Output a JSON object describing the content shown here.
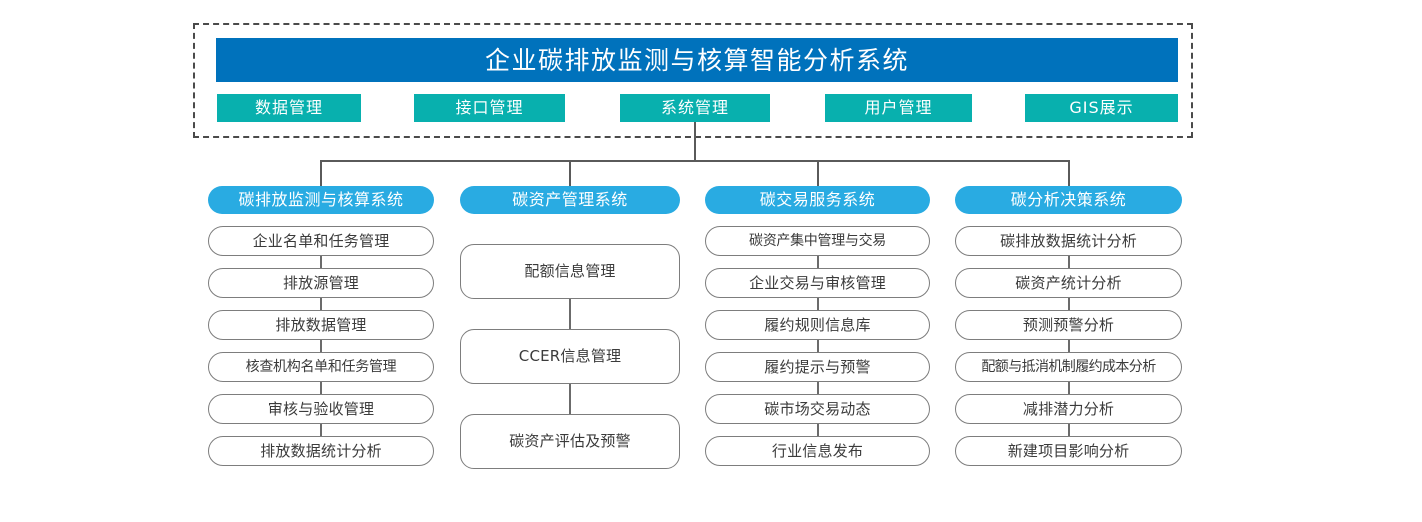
{
  "colors": {
    "header_blue": "#0072bc",
    "nav_teal": "#08b0ae",
    "pill_blue": "#29abe2",
    "connector_gray": "#5a5a5a",
    "item_border": "#7d7d7d",
    "dashed_border": "#4a4a4a"
  },
  "header": {
    "title": "企业碳排放监测与核算智能分析系统"
  },
  "nav": {
    "buttons": [
      {
        "label": "数据管理"
      },
      {
        "label": "接口管理"
      },
      {
        "label": "系统管理"
      },
      {
        "label": "用户管理"
      },
      {
        "label": "GIS展示"
      }
    ]
  },
  "columns": [
    {
      "title": "碳排放监测与核算系统",
      "items": [
        {
          "label": "企业名单和任务管理"
        },
        {
          "label": "排放源管理"
        },
        {
          "label": "排放数据管理"
        },
        {
          "label": "核查机构名单和任务管理"
        },
        {
          "label": "审核与验收管理"
        },
        {
          "label": "排放数据统计分析"
        }
      ]
    },
    {
      "title": "碳资产管理系统",
      "items": [
        {
          "label": "配额信息管理"
        },
        {
          "label": "CCER信息管理"
        },
        {
          "label": "碳资产评估及预警"
        }
      ]
    },
    {
      "title": "碳交易服务系统",
      "items": [
        {
          "label": "碳资产集中管理与交易"
        },
        {
          "label": "企业交易与审核管理"
        },
        {
          "label": "履约规则信息库"
        },
        {
          "label": "履约提示与预警"
        },
        {
          "label": "碳市场交易动态"
        },
        {
          "label": "行业信息发布"
        }
      ]
    },
    {
      "title": "碳分析决策系统",
      "items": [
        {
          "label": "碳排放数据统计分析"
        },
        {
          "label": "碳资产统计分析"
        },
        {
          "label": "预测预警分析"
        },
        {
          "label": "配额与抵消机制履约成本分析"
        },
        {
          "label": "减排潜力分析"
        },
        {
          "label": "新建项目影响分析"
        }
      ]
    }
  ]
}
